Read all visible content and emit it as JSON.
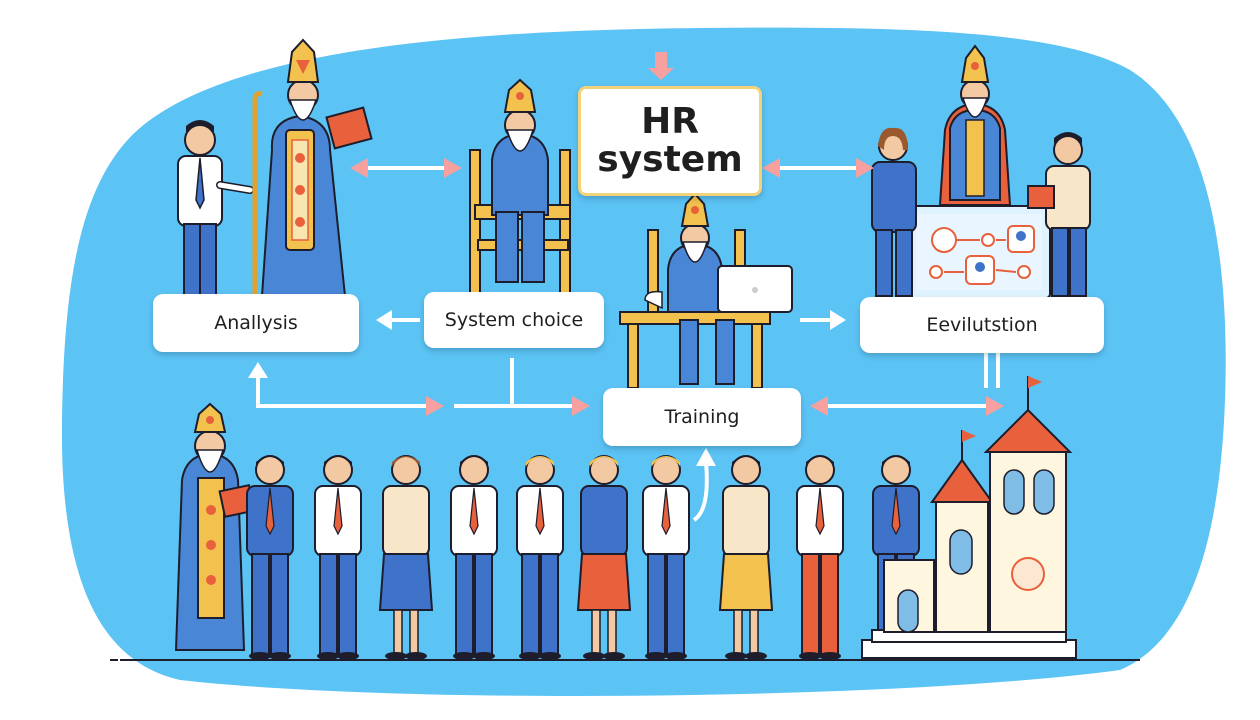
{
  "diagram": {
    "center": {
      "line1": "HR",
      "line2": "system"
    },
    "stages": [
      {
        "id": "analysis",
        "label": "Anallysis"
      },
      {
        "id": "choice",
        "label": "System choice"
      },
      {
        "id": "training",
        "label": "Training"
      },
      {
        "id": "evolution",
        "label": "Eevilutstion"
      }
    ]
  },
  "colors": {
    "background_blob": "#5cc3f5",
    "suit_blue": "#3f72c9",
    "shirt_white": "#ffffff",
    "robe_blue": "#4a86d6",
    "gold": "#f2c14e",
    "accent_red": "#e8603c",
    "arrow_pink": "#f7a0a0",
    "arrow_white": "#ffffff",
    "skin": "#f3c9a4",
    "outline": "#1d1d2b"
  },
  "icons": [
    "bishop-figure",
    "throne-chair",
    "laptop",
    "cathedral",
    "presentation-board"
  ]
}
